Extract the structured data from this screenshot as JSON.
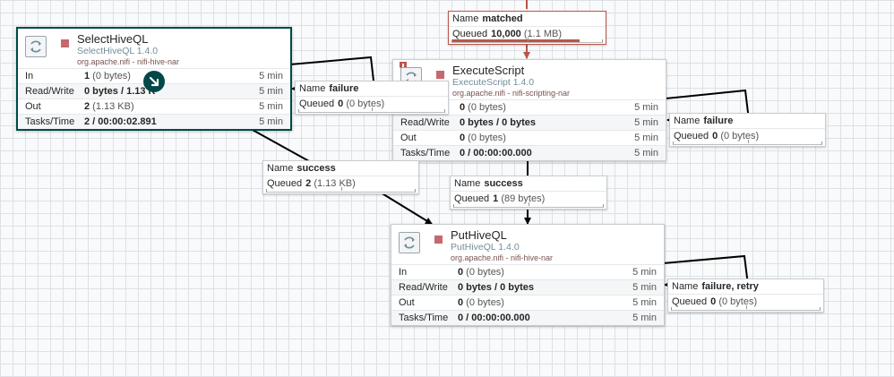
{
  "processors": [
    {
      "id": "select",
      "name": "SelectHiveQL",
      "type": "SelectHiveQL 1.4.0",
      "bundle": "org.apache.nifi - nifi-hive-nar",
      "stats": [
        {
          "label": "In",
          "bold": "1",
          "sub": " (0 bytes)",
          "time": "5 min"
        },
        {
          "label": "Read/Write",
          "bold": "0 bytes / 1.13 K",
          "sub": "",
          "time": "5 min"
        },
        {
          "label": "Out",
          "bold": "2",
          "sub": " (1.13 KB)",
          "time": "5 min"
        },
        {
          "label": "Tasks/Time",
          "bold": "2 / 00:00:02.891",
          "sub": "",
          "time": "5 min"
        }
      ]
    },
    {
      "id": "exec",
      "name": "ExecuteScript",
      "type": "ExecuteScript 1.4.0",
      "bundle": "org.apache.nifi - nifi-scripting-nar",
      "stats": [
        {
          "label": "",
          "bold": "0",
          "sub": " (0 bytes)",
          "time": "5 min"
        },
        {
          "label": "Read/Write",
          "bold": "0 bytes / 0 bytes",
          "sub": "",
          "time": "5 min"
        },
        {
          "label": "Out",
          "bold": "0",
          "sub": " (0 bytes)",
          "time": "5 min"
        },
        {
          "label": "Tasks/Time",
          "bold": "0 / 00:00:00.000",
          "sub": "",
          "time": "5 min"
        }
      ]
    },
    {
      "id": "put",
      "name": "PutHiveQL",
      "type": "PutHiveQL 1.4.0",
      "bundle": "org.apache.nifi - nifi-hive-nar",
      "stats": [
        {
          "label": "In",
          "bold": "0",
          "sub": " (0 bytes)",
          "time": "5 min"
        },
        {
          "label": "Read/Write",
          "bold": "0 bytes / 0 bytes",
          "sub": "",
          "time": "5 min"
        },
        {
          "label": "Out",
          "bold": "0",
          "sub": " (0 bytes)",
          "time": "5 min"
        },
        {
          "label": "Tasks/Time",
          "bold": "0 / 00:00:00.000",
          "sub": "",
          "time": "5 min"
        }
      ]
    }
  ],
  "connections": [
    {
      "id": "matched",
      "name_label": "Name",
      "name": "matched",
      "queued_label": "Queued",
      "count": "10,000",
      "size": " (1.1 MB)",
      "fill": 0.85
    },
    {
      "id": "select_failure",
      "name_label": "Name",
      "name": "failure",
      "queued_label": "Queued",
      "count": "0",
      "size": " (0 bytes)",
      "fill": 0
    },
    {
      "id": "exec_failure",
      "name_label": "Name",
      "name": "failure",
      "queued_label": "Queued",
      "count": "0",
      "size": " (0 bytes)",
      "fill": 0
    },
    {
      "id": "select_success",
      "name_label": "Name",
      "name": "success",
      "queued_label": "Queued",
      "count": "2",
      "size": " (1.13 KB)",
      "fill": 0
    },
    {
      "id": "exec_success",
      "name_label": "Name",
      "name": "success",
      "queued_label": "Queued",
      "count": "1",
      "size": " (89 bytes)",
      "fill": 0
    },
    {
      "id": "put_failure",
      "name_label": "Name",
      "name": "failure, retry",
      "queued_label": "Queued",
      "count": "0",
      "size": " (0 bytes)",
      "fill": 0
    }
  ],
  "colors": {
    "stopped_state": "#c4696d",
    "selected_border": "#004849",
    "backpressure": "#ba554a"
  }
}
